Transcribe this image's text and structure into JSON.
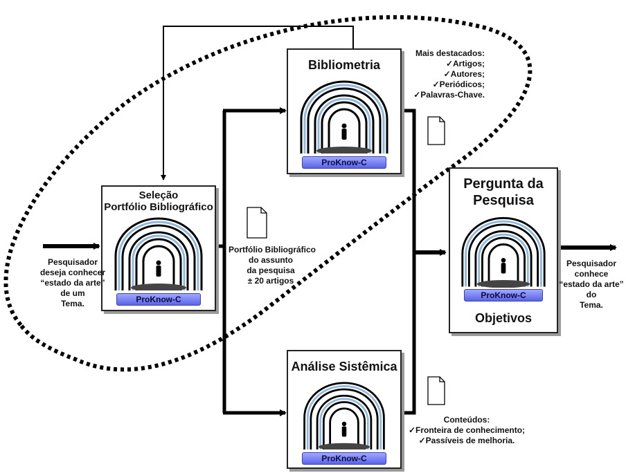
{
  "steps": {
    "selecao": {
      "title_line1": "Seleção",
      "title_line2": "Portfólio Bibliográfico",
      "brand": "ProKnow-C"
    },
    "bibliometria": {
      "title": "Bibliometria",
      "brand": "ProKnow-C"
    },
    "analise": {
      "title": "Análise Sistêmica",
      "brand": "ProKnow-C"
    },
    "pergunta": {
      "title_line1": "Pergunta da",
      "title_line2": "Pesquisa",
      "brand": "ProKnow-C",
      "footer": "Objetivos"
    }
  },
  "input_text": [
    "Pesquisador",
    "deseja conhecer",
    "“estado da arte”",
    "de um",
    "Tema."
  ],
  "output_text": [
    "Pesquisador",
    "conhece",
    "“estado da arte”",
    "do",
    "Tema."
  ],
  "portfolio_text": [
    "Portfólio Bibliográfico",
    "do assunto",
    "da pesquisa",
    "± 20 artigos"
  ],
  "bibliometria_notes": [
    "Mais destacados:",
    "✓Artigos;",
    "✓Autores;",
    "✓Periódicos;",
    "✓Palavras-Chave."
  ],
  "analise_notes": [
    "Conteúdos:",
    "✓Fronteira de conhecimento;",
    "✓Passíveis de melhoria."
  ],
  "colors": {
    "brand_band": "#7b82f0",
    "arrows": "#000000",
    "dotted_boundary": "#000000"
  }
}
